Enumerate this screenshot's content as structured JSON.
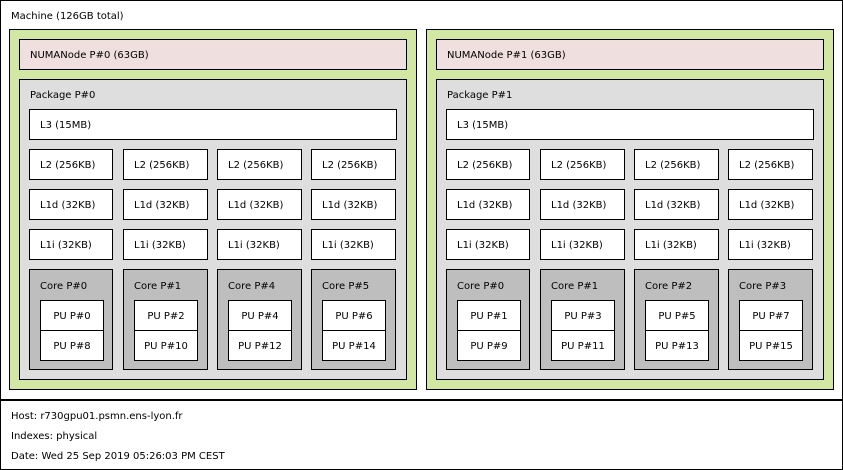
{
  "machine": {
    "label": "Machine (126GB total)"
  },
  "numa": [
    {
      "node_label": "NUMANode P#0 (63GB)",
      "package_label": "Package P#0",
      "l3": "L3 (15MB)",
      "l2": [
        "L2 (256KB)",
        "L2 (256KB)",
        "L2 (256KB)",
        "L2 (256KB)"
      ],
      "l1d": [
        "L1d (32KB)",
        "L1d (32KB)",
        "L1d (32KB)",
        "L1d (32KB)"
      ],
      "l1i": [
        "L1i (32KB)",
        "L1i (32KB)",
        "L1i (32KB)",
        "L1i (32KB)"
      ],
      "cores": [
        {
          "label": "Core P#0",
          "pus": [
            "PU P#0",
            "PU P#8"
          ]
        },
        {
          "label": "Core P#1",
          "pus": [
            "PU P#2",
            "PU P#10"
          ]
        },
        {
          "label": "Core P#4",
          "pus": [
            "PU P#4",
            "PU P#12"
          ]
        },
        {
          "label": "Core P#5",
          "pus": [
            "PU P#6",
            "PU P#14"
          ]
        }
      ]
    },
    {
      "node_label": "NUMANode P#1 (63GB)",
      "package_label": "Package P#1",
      "l3": "L3 (15MB)",
      "l2": [
        "L2 (256KB)",
        "L2 (256KB)",
        "L2 (256KB)",
        "L2 (256KB)"
      ],
      "l1d": [
        "L1d (32KB)",
        "L1d (32KB)",
        "L1d (32KB)",
        "L1d (32KB)"
      ],
      "l1i": [
        "L1i (32KB)",
        "L1i (32KB)",
        "L1i (32KB)",
        "L1i (32KB)"
      ],
      "cores": [
        {
          "label": "Core P#0",
          "pus": [
            "PU P#1",
            "PU P#9"
          ]
        },
        {
          "label": "Core P#1",
          "pus": [
            "PU P#3",
            "PU P#11"
          ]
        },
        {
          "label": "Core P#2",
          "pus": [
            "PU P#5",
            "PU P#13"
          ]
        },
        {
          "label": "Core P#3",
          "pus": [
            "PU P#7",
            "PU P#15"
          ]
        }
      ]
    }
  ],
  "legend": {
    "host": "Host: r730gpu01.psmn.ens-lyon.fr",
    "indexes": "Indexes: physical",
    "date": "Date: Wed 25 Sep 2019 05:26:03 PM CEST"
  },
  "colors": {
    "numa_group": "#d2e7a4",
    "numa_node": "#efdfde",
    "package": "#dedede",
    "cache": "#ffffff",
    "core": "#bebebe",
    "pu": "#ffffff"
  }
}
